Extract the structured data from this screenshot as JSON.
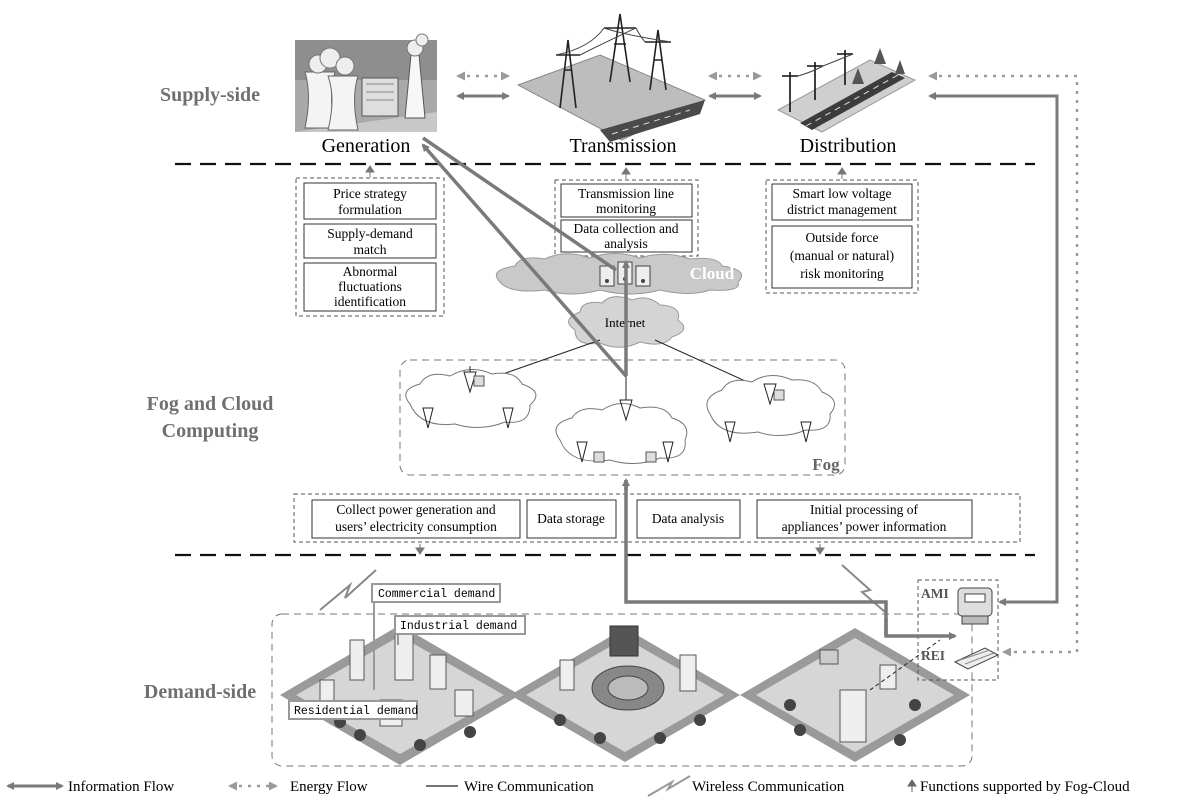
{
  "sections": {
    "supply": "Supply-side",
    "fog_cloud_1": "Fog and Cloud",
    "fog_cloud_2": "Computing",
    "demand": "Demand-side"
  },
  "stages": {
    "generation": "Generation",
    "transmission": "Transmission",
    "distribution": "Distribution"
  },
  "generation_functions": [
    [
      "Price strategy",
      "formulation"
    ],
    [
      "Supply-demand",
      "match"
    ],
    [
      "Abnormal",
      "fluctuations",
      "identification"
    ]
  ],
  "transmission_functions": [
    [
      "Transmission line",
      "monitoring"
    ],
    [
      "Data collection and",
      "analysis"
    ]
  ],
  "distribution_functions": [
    [
      "Smart low voltage",
      "district management"
    ],
    [
      "Outside force",
      "(manual or natural)",
      "risk monitoring"
    ]
  ],
  "network": {
    "cloud": "Cloud",
    "internet": "Internet",
    "fog": "Fog"
  },
  "fog_functions": [
    [
      "Collect power generation and",
      "users’  electricity consumption"
    ],
    [
      "Data storage"
    ],
    [
      "Data analysis"
    ],
    [
      "Initial processing of",
      "appliances’ power information"
    ]
  ],
  "demand_labels": {
    "commercial": "Commercial demand",
    "industrial": "Industrial demand",
    "residential": "Residential demand"
  },
  "devices": {
    "ami": "AMI",
    "rei": "REI"
  },
  "legend": {
    "information_flow": "Information Flow",
    "energy_flow": "Energy Flow",
    "wire": "Wire Communication",
    "wireless": "Wireless Communication",
    "functions": "Functions supported by Fog-Cloud"
  },
  "colors": {
    "flow": "#7a7a7a",
    "section_text": "#6e6e6e",
    "dashed_divider": "#111111"
  }
}
